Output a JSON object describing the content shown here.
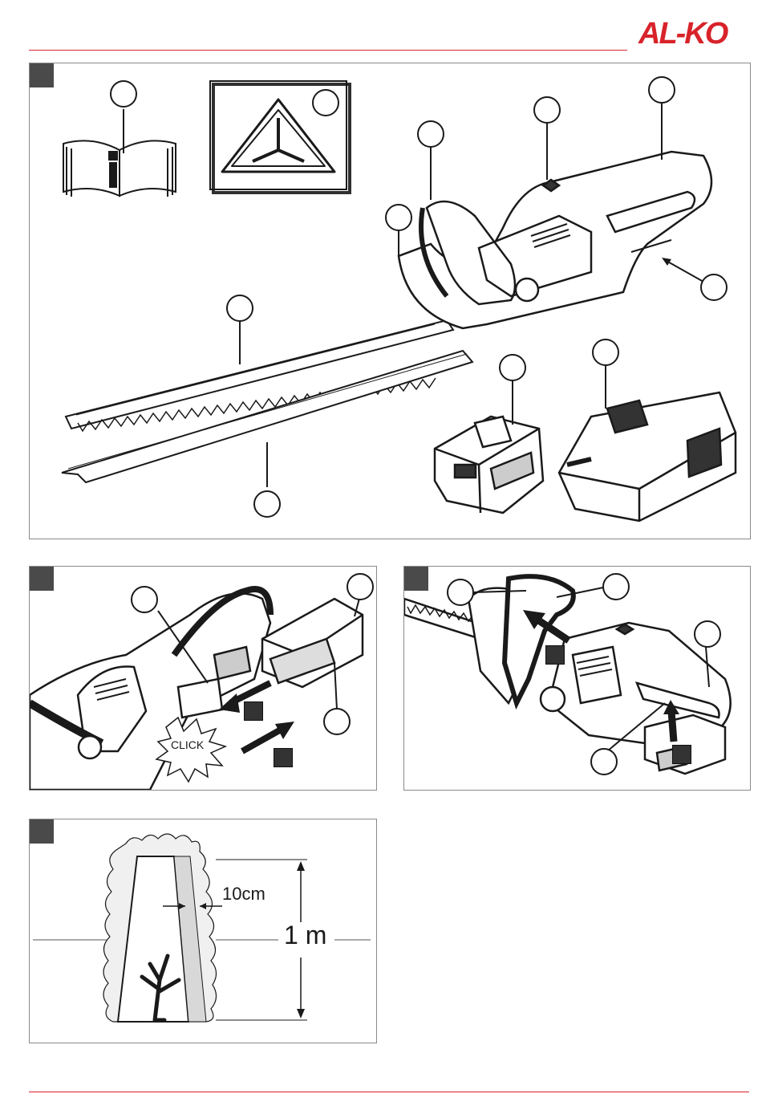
{
  "brand": {
    "logo_text": "AL-KO",
    "color": "#d8232a"
  },
  "panels": [
    {
      "id": "overview",
      "icon": "book-info-icon"
    },
    {
      "id": "battery-insert",
      "click_label": "CLICK"
    },
    {
      "id": "start-switch"
    },
    {
      "id": "hedge-cut",
      "width_label": "10cm",
      "height_label": "1 m"
    }
  ],
  "colors": {
    "panel_tag": "#4a4a4a",
    "line": "#1a1a1a",
    "rule": "#d8232a"
  }
}
